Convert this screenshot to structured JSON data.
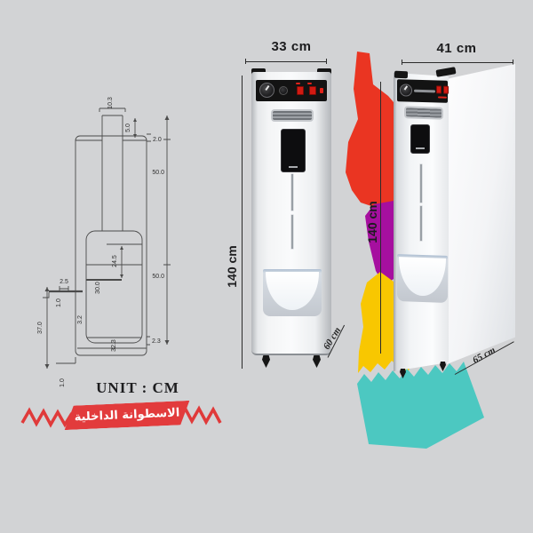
{
  "unit_label": "UNIT : CM",
  "banner": {
    "text": "الاسطوانة الداخلية"
  },
  "inner_drawing": {
    "dims": {
      "tube_width": "10.3",
      "tube_height": "5.0",
      "top_lip": "2.0",
      "upper_height": "50.0",
      "tank_height": "50.0",
      "tank_width": "24.5",
      "inlet_offset": "2.5",
      "inlet_pipe": "1.0",
      "side_height": "37.0",
      "inner_width": "30.0",
      "wall": "3.2",
      "base_lip": "2.3",
      "base_width": "32.3",
      "foot_height": "1.0"
    }
  },
  "front_view": {
    "width_label": "33 cm",
    "height_label": "140 cm",
    "depth_label": "60 cm"
  },
  "perspective_view": {
    "width_label": "41 cm",
    "height_label": "140 cm",
    "depth_label": "65 cm"
  },
  "colors": {
    "background": "#d2d3d5",
    "banner": "#e23b3c",
    "shape_red": "#ea3522",
    "shape_purple": "#a60f9f",
    "shape_yellow": "#f8c701",
    "shape_cyan": "#4cc8c1",
    "line": "#2b2b2b"
  }
}
